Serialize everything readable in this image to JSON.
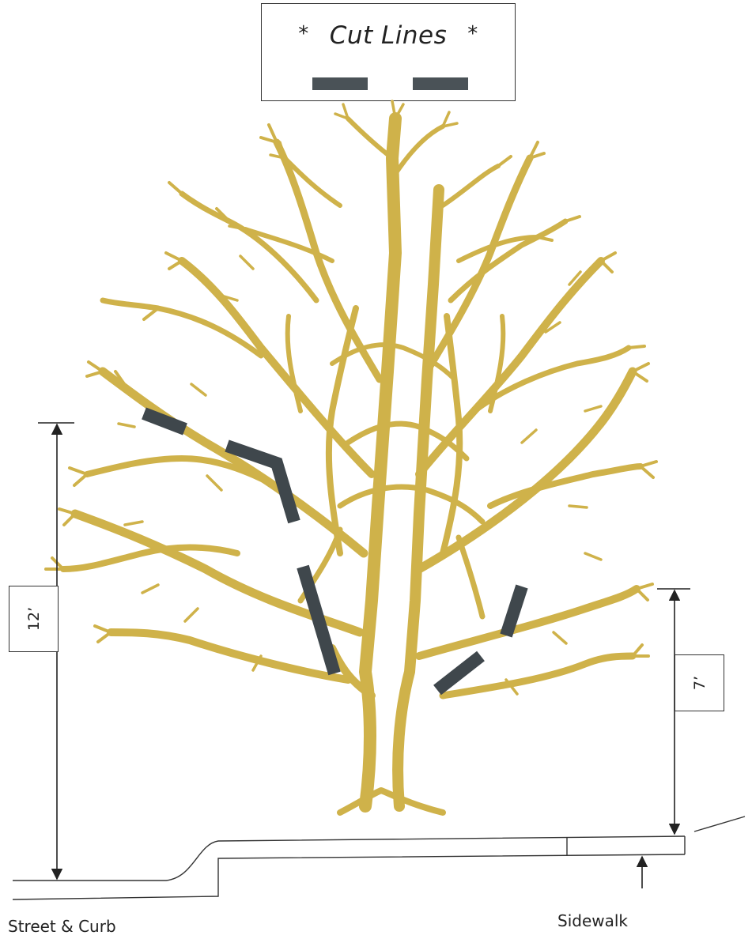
{
  "legend": {
    "star_left": "*",
    "title": "Cut Lines",
    "star_right": "*"
  },
  "dimensions": {
    "left_height": "12’",
    "right_height": "7’"
  },
  "labels": {
    "street_curb": "Street & Curb",
    "sidewalk": "Sidewalk"
  },
  "colors": {
    "tree": "#cfb24a",
    "cut_line": "#3f474c",
    "line": "#333333"
  }
}
